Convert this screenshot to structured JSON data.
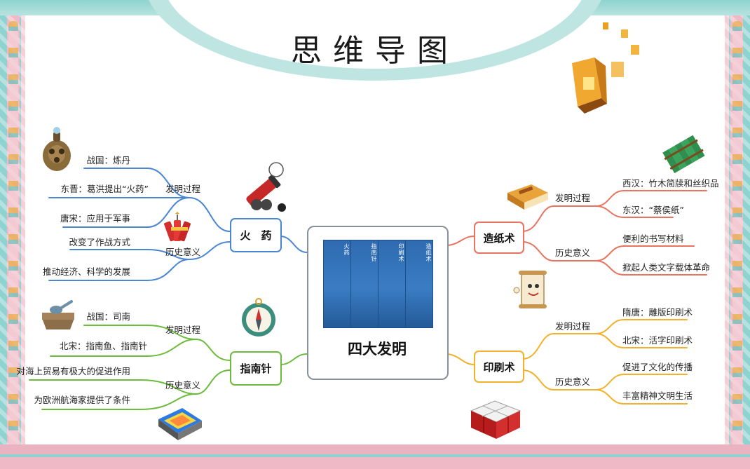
{
  "title": "思维导图",
  "center": {
    "title": "四大发明",
    "strips": [
      "火药",
      "指南针",
      "印刷术",
      "造纸术"
    ]
  },
  "branches": {
    "gunpowder": {
      "label": "火　药",
      "process_label": "发明过程",
      "process_items": [
        "战国：炼丹",
        "东晋：葛洪提出“火药”",
        "唐宋：应用于军事"
      ],
      "significance_label": "历史意义",
      "significance_items": [
        "改变了作战方式",
        "推动经济、科学的发展"
      ]
    },
    "compass": {
      "label": "指南针",
      "process_label": "发明过程",
      "process_items": [
        "战国：司南",
        "北宋：指南鱼、指南针"
      ],
      "significance_label": "历史意义",
      "significance_items": [
        "对海上贸易有极大的促进作用",
        "为欧洲航海家提供了条件"
      ]
    },
    "papermaking": {
      "label": "造纸术",
      "process_label": "发明过程",
      "process_items": [
        "西汉：竹木简牍和丝织品",
        "东汉：“蔡侯纸”"
      ],
      "significance_label": "历史意义",
      "significance_items": [
        "便利的书写材料",
        "掀起人类文字载体革命"
      ]
    },
    "printing": {
      "label": "印刷术",
      "process_label": "发明过程",
      "process_items": [
        "隋唐：雕版印刷术",
        "北宋：活字印刷术"
      ],
      "significance_label": "历史意义",
      "significance_items": [
        "促进了文化的传播",
        "丰富精神文明生活"
      ]
    }
  },
  "colors": {
    "gunpowder": "#4a86d4",
    "compass": "#6cbb3c",
    "papermaking": "#e8735e",
    "printing": "#f2b12a",
    "frame_teal": "#8ed3cf",
    "frame_pink": "#f0b9c6"
  },
  "icons": [
    "pot-icon",
    "cannon-icon",
    "firecracker-icon",
    "compass-icon",
    "sinan-spoon-icon",
    "map-icon",
    "lantern-icon",
    "bamboo-slips-icon",
    "book-icon",
    "scroll-character-icon",
    "type-blocks-icon"
  ]
}
